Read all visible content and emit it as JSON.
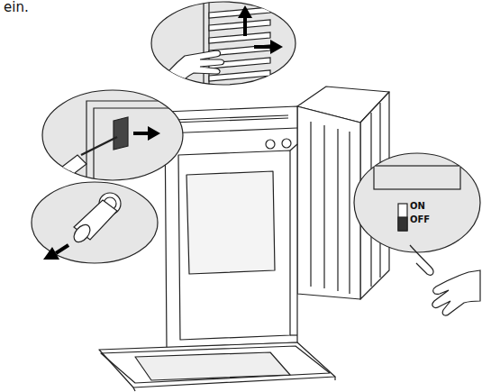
{
  "diagram": {
    "labels": [
      "ein.",
      "ON",
      "OFF"
    ]
  }
}
